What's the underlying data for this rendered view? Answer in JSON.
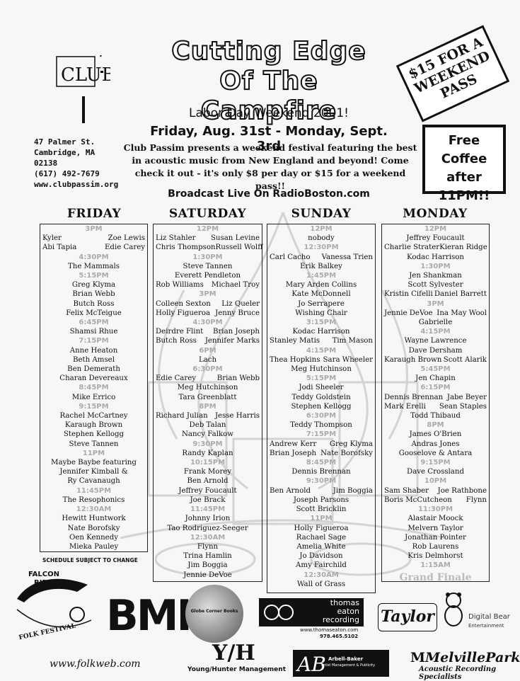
{
  "header": {
    "title_line1": "Cutting Edge",
    "title_line2": "Of The Campfire",
    "subtitle": "Labor Day Weekend 2001!",
    "dates": "Friday, Aug. 31st - Monday, Sept. 3rd",
    "pitch": "Club Passim presents a weekend festival featuring  the best in acoustic music from New England and beyond!  Come check it out - it's only $8 per day or $15 for a weekend pass!!",
    "broadcast": "Broadcast Live On RadioBoston.com",
    "pass_line1": "$15 FOR A",
    "pass_line2": "WEEKEND",
    "pass_line3": "PASS",
    "coffee_line1": "Free Coffee",
    "coffee_line2": "after",
    "coffee_line3": "11PM!!"
  },
  "address": {
    "street": "47 Palmer St.",
    "city": "Cambridge, MA",
    "zip": "02138",
    "phone": "(617) 492-7679",
    "web": "www.clubpassim.org"
  },
  "days": [
    {
      "name": "FRIDAY",
      "rows": [
        {
          "t": "3PM"
        },
        {
          "a": "Kyler",
          "b": "Zoe Lewis"
        },
        {
          "a": "Abi Tapia",
          "b": "Edie Carey"
        },
        {
          "t": "4:30PM"
        },
        {
          "c": "The Mammals"
        },
        {
          "t": "5:15PM"
        },
        {
          "c": "Greg Klyma"
        },
        {
          "c": "Brian Webb"
        },
        {
          "c": "Butch Ross"
        },
        {
          "c": "Felix McTeigue"
        },
        {
          "t": "6:45PM"
        },
        {
          "c": "Shamsi Rhue"
        },
        {
          "t": "7:15PM"
        },
        {
          "c": "Anne Heaton"
        },
        {
          "c": "Beth Amsel"
        },
        {
          "c": "Ben Demerath"
        },
        {
          "c": "Charan Devereaux"
        },
        {
          "t": "8:45PM"
        },
        {
          "c": "Mike Errico"
        },
        {
          "t": "9:15PM"
        },
        {
          "c": "Rachel McCartney"
        },
        {
          "c": "Karaugh Brown"
        },
        {
          "c": "Stephen Kellogg"
        },
        {
          "c": "Steve Tannen"
        },
        {
          "t": "11PM"
        },
        {
          "c": "Maybe Baybe featuring"
        },
        {
          "c": "Jennifer Kimball &"
        },
        {
          "c": "Ry Cavanaugh"
        },
        {
          "t": "11:45PM"
        },
        {
          "c": "The Resophonics"
        },
        {
          "t": "12:30AM"
        },
        {
          "c": "Hewitt Huntwork"
        },
        {
          "c": "Nate Borofsky"
        },
        {
          "c": "Oen Kennedy"
        },
        {
          "c": "Mieka Pauley"
        }
      ]
    },
    {
      "name": "SATURDAY",
      "rows": [
        {
          "t": "12PM"
        },
        {
          "a": "Liz Stahler",
          "b": "Susan Levine"
        },
        {
          "a": "Chris Thompson",
          "b": "Russell Wolff"
        },
        {
          "t": "1:30PM"
        },
        {
          "c": "Steve Tannen"
        },
        {
          "c": "Everett Pendleton"
        },
        {
          "a": "Rob Williams",
          "b": "Michael Troy"
        },
        {
          "t": "3PM"
        },
        {
          "a": "Colleen Sexton",
          "b": "Liz Queler"
        },
        {
          "a": "Holly Figueroa",
          "b": "Jenny Bruce"
        },
        {
          "t": "4:30PM"
        },
        {
          "a": "Deirdre Flint",
          "b": "Brian Joseph"
        },
        {
          "a": "Butch Ross",
          "b": "Jennifer Marks"
        },
        {
          "t": "6PM"
        },
        {
          "c": "Lach"
        },
        {
          "t": "6:30PM"
        },
        {
          "a": "Edie Carey",
          "b": "Brian Webb"
        },
        {
          "c": "Meg Hutchinson"
        },
        {
          "c": "Tara Greenblatt"
        },
        {
          "t": "8PM"
        },
        {
          "a": "Richard Julian",
          "b": "Jesse Harris"
        },
        {
          "c": "Deb Talan"
        },
        {
          "c": "Nancy Falkow"
        },
        {
          "t": "9:30PM"
        },
        {
          "c": "Randy Kaplan"
        },
        {
          "t": "10:15PM"
        },
        {
          "c": "Frank Morey"
        },
        {
          "c": "Ben Arnold"
        },
        {
          "c": "Jeffrey Foucault"
        },
        {
          "c": "Joe Brack"
        },
        {
          "t": "11:45PM"
        },
        {
          "c": "Johnny Irion"
        },
        {
          "c": "Tao Rodriguez-Seeger"
        },
        {
          "t": "12:30AM"
        },
        {
          "c": "Flynn"
        },
        {
          "c": "Trina Hamlin"
        },
        {
          "c": "Jim Boggia"
        },
        {
          "c": "Jennie DeVoe"
        }
      ]
    },
    {
      "name": "SUNDAY",
      "rows": [
        {
          "t": "12PM"
        },
        {
          "c": "nobody"
        },
        {
          "t": "12:30PM"
        },
        {
          "a": "Carl Cacho",
          "b": "Vanessa Trien"
        },
        {
          "c": "Erik Balkey"
        },
        {
          "t": "1:45PM"
        },
        {
          "c": "Mary Arden Collins"
        },
        {
          "c": "Kate McDonnell"
        },
        {
          "c": "Jo Serrapere"
        },
        {
          "c": "Wishing Chair"
        },
        {
          "t": "3:15PM"
        },
        {
          "c": "Kodac Harrison"
        },
        {
          "a": "Stanley Matis",
          "b": "Tim Mason"
        },
        {
          "t": "4:15PM"
        },
        {
          "a": "Thea Hopkins",
          "b": "Sara Wheeler"
        },
        {
          "c": "Meg Hutchinson"
        },
        {
          "t": "5:15PM"
        },
        {
          "c": "Jodi Sheeler"
        },
        {
          "c": "Teddy Goldstein"
        },
        {
          "c": "Stephen Kellogg"
        },
        {
          "t": "6:30PM"
        },
        {
          "c": "Teddy Thompson"
        },
        {
          "t": "7:15PM"
        },
        {
          "a": "Andrew Kerr",
          "b": "Greg Klyma"
        },
        {
          "a": "Brian Joseph",
          "b": "Nate Borofsky"
        },
        {
          "t": "8:45PM"
        },
        {
          "c": "Dennis Brennan"
        },
        {
          "t": "9:30PM"
        },
        {
          "a": "Ben Arnold",
          "b": "Jim Boggia"
        },
        {
          "c": "Joseph Parsons"
        },
        {
          "c": "Scott Bricklin"
        },
        {
          "t": "11PM"
        },
        {
          "c": "Holly Figueroa"
        },
        {
          "c": "Rachael Sage"
        },
        {
          "c": "Amelia White"
        },
        {
          "c": "Jo Davidson"
        },
        {
          "c": "Amy Fairchild"
        },
        {
          "t": "12:30AM"
        },
        {
          "c": "Wall of Grass"
        }
      ]
    },
    {
      "name": "MONDAY",
      "rows": [
        {
          "t": "12PM"
        },
        {
          "c": "Jeffrey Foucault"
        },
        {
          "a": "Charlie Strater",
          "b": "Kieran Ridge"
        },
        {
          "c": "Kodac Harrison"
        },
        {
          "t": "1:30PM"
        },
        {
          "c": "Jen Shankman"
        },
        {
          "c": "Scott Sylvester"
        },
        {
          "a": "Kristin Cifelli",
          "b": "Daniel Barrett"
        },
        {
          "t": "3PM"
        },
        {
          "a": "Jennie DeVoe",
          "b": "Ina May Wool"
        },
        {
          "c": "Gabrielle"
        },
        {
          "t": "4:15PM"
        },
        {
          "c": "Wayne Lawrence"
        },
        {
          "c": "Dave Dersham"
        },
        {
          "a": "Karaugh Brown",
          "b": "Scott Alarik"
        },
        {
          "t": "5:45PM"
        },
        {
          "c": "Jen Chapin"
        },
        {
          "t": "6:15PM"
        },
        {
          "a": "Dennis Brennan",
          "b": "Jabe Beyer"
        },
        {
          "a": "Mark Erelli",
          "b": "Sean Staples"
        },
        {
          "c": "Todd Thibaud"
        },
        {
          "t": "8PM"
        },
        {
          "c": "James O'Brien"
        },
        {
          "c": "Andras Jones"
        },
        {
          "c": "Gooselove & Antara"
        },
        {
          "t": "9:15PM"
        },
        {
          "c": "Dave Crossland"
        },
        {
          "t": "10PM"
        },
        {
          "a": "Sam Shaber",
          "b": "Joe Rathbone"
        },
        {
          "a": "Boris McCutcheon",
          "b": "Flynn"
        },
        {
          "t": "11:30PM"
        },
        {
          "c": "Alastair Moock"
        },
        {
          "c": "Melvern Taylor"
        },
        {
          "c": "Jonathan Pointer"
        },
        {
          "c": "Rob Laurens"
        },
        {
          "c": "Kris Delmhorst"
        },
        {
          "t": "1:15AM"
        },
        {
          "f": "Grand Finale"
        }
      ]
    }
  ],
  "schedule_note": "SCHEDULE SUBJECT TO CHANGE",
  "sponsors": {
    "falcon_line1": "FALCON",
    "falcon_line2": "RIDGE",
    "falcon_line3": "FOLK FESTIVAL",
    "folkweb": "www.folkweb.com",
    "bmi": "BMI",
    "globe": "Globe Corner Books",
    "yh_mark": "Y/H",
    "yh": "Young/Hunter Management",
    "thomas_line1": "thomas",
    "thomas_line2": "eaton",
    "thomas_line3": "recording",
    "thomas_web": "www.thomaseaton.com",
    "thomas_phone": "978.465.5102",
    "arbell_name": "Arbell-Baker",
    "arbell_sub": "Artist Management & Publicity",
    "taylor": "Taylor",
    "digital_line1": "Digital Bear",
    "digital_line2": "Entertainment",
    "melville": "MelvillePark",
    "melville_sub": "Acoustic Recording Specialists"
  }
}
